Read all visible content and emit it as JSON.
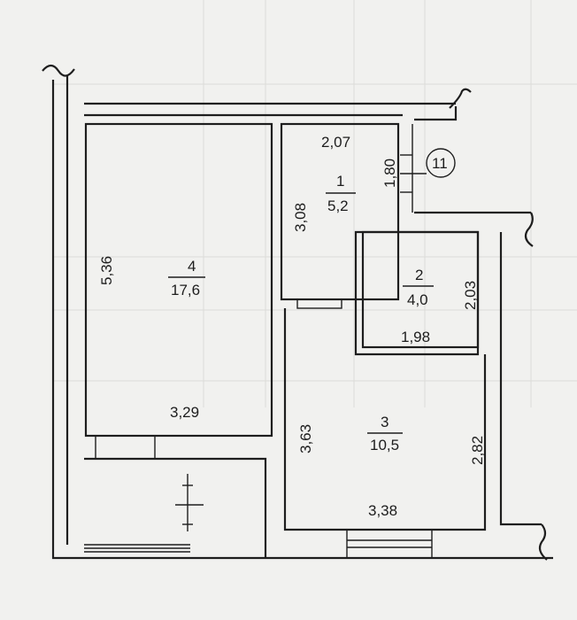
{
  "rooms": [
    {
      "number": "4",
      "area": "17,6",
      "width": "3,29",
      "length": "5,36"
    },
    {
      "number": "1",
      "area": "5,2",
      "width": "2,07",
      "length": "3,08",
      "side": "1,80"
    },
    {
      "number": "2",
      "area": "4,0",
      "width": "1,98",
      "length": "2,03"
    },
    {
      "number": "3",
      "area": "10,5",
      "width": "3,38",
      "length": "3,63",
      "side": "2,82"
    }
  ],
  "apartment_number": "11"
}
